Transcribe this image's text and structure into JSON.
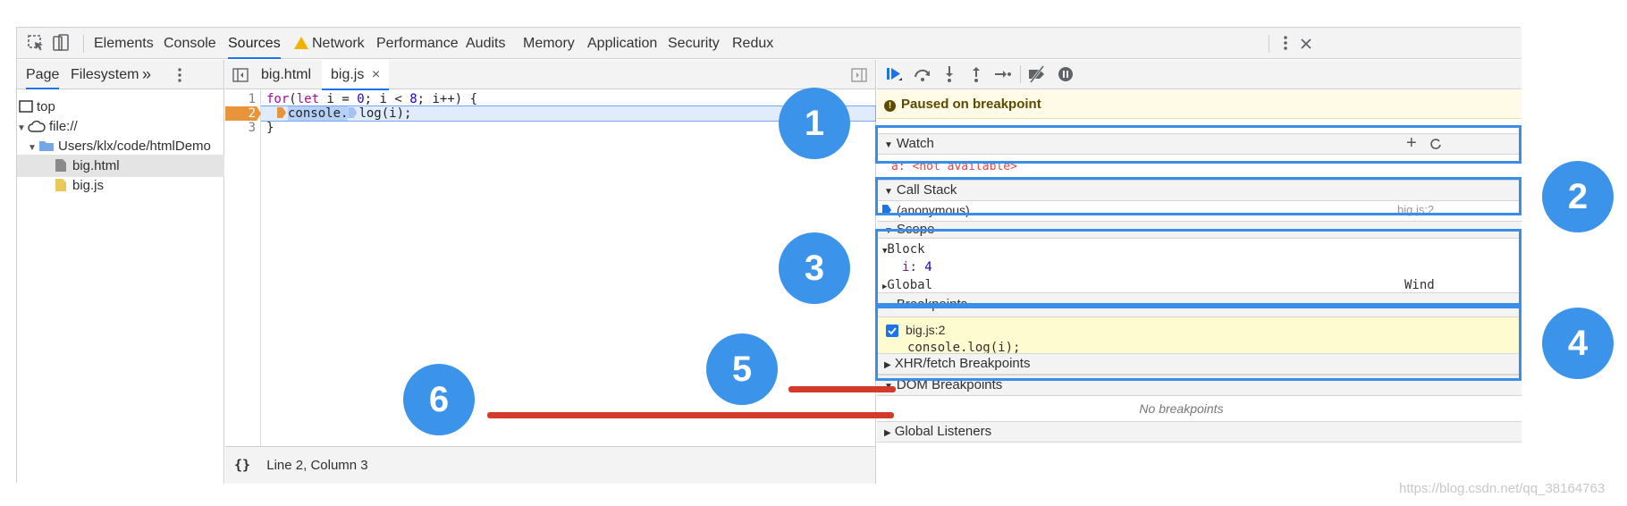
{
  "toolbar": {
    "tabs": [
      "Elements",
      "Console",
      "Sources",
      "Network",
      "Performance",
      "Audits",
      "Memory",
      "Application",
      "Security",
      "Redux"
    ],
    "active_tab": "Sources"
  },
  "navigator": {
    "tabs": [
      "Page",
      "Filesystem"
    ],
    "more": "»",
    "tree": [
      {
        "label": "top"
      },
      {
        "label": "file://"
      },
      {
        "label": "Users/klx/code/htmlDemo"
      },
      {
        "label": "big.html"
      },
      {
        "label": "big.js"
      }
    ]
  },
  "editor": {
    "tabs": [
      "big.html",
      "big.js"
    ],
    "close_glyph": "×",
    "line_numbers": [
      "1",
      "2",
      "3"
    ],
    "code": {
      "l1_kw1": "for",
      "l1_a": "(",
      "l1_kw2": "let",
      "l1_b": " i = ",
      "l1_n1": "0",
      "l1_c": "; i < ",
      "l1_n2": "8",
      "l1_d": "; i++) {",
      "l2_a": "console.",
      "l2_b": "log(i);",
      "l3": "}"
    },
    "status_icon": "{}",
    "status": "Line 2, Column 3"
  },
  "debugger": {
    "paused": "Paused on breakpoint",
    "watch_title": "Watch",
    "watch_item": "a: <not available>",
    "plus": "+",
    "callstack_title": "Call Stack",
    "frame_name": "(anonymous)",
    "frame_loc": "big.js:2",
    "scope_title": "Scope",
    "block_title": "Block",
    "scope_var_name": "i",
    "scope_var_value": "4",
    "global_title": "Global",
    "global_value": "Wind",
    "breakpoints_title": "Breakpoints",
    "bp_file": "big.js:2",
    "bp_code": "console.log(i);",
    "xhr_title": "XHR/fetch Breakpoints",
    "dom_title": "DOM Breakpoints",
    "no_breakpoints": "No breakpoints",
    "listeners_title": "Global Listeners"
  },
  "annotations": [
    "1",
    "2",
    "3",
    "4",
    "5",
    "6"
  ],
  "watermark": "https://blog.csdn.net/qq_38164763",
  "colors": {
    "accent": "#1a73e8",
    "annotation_blue": "#3c93ea",
    "breakpoint_orange": "#e8943a",
    "paused_bg": "#fffbe6",
    "red_marker": "#d43a2a"
  }
}
